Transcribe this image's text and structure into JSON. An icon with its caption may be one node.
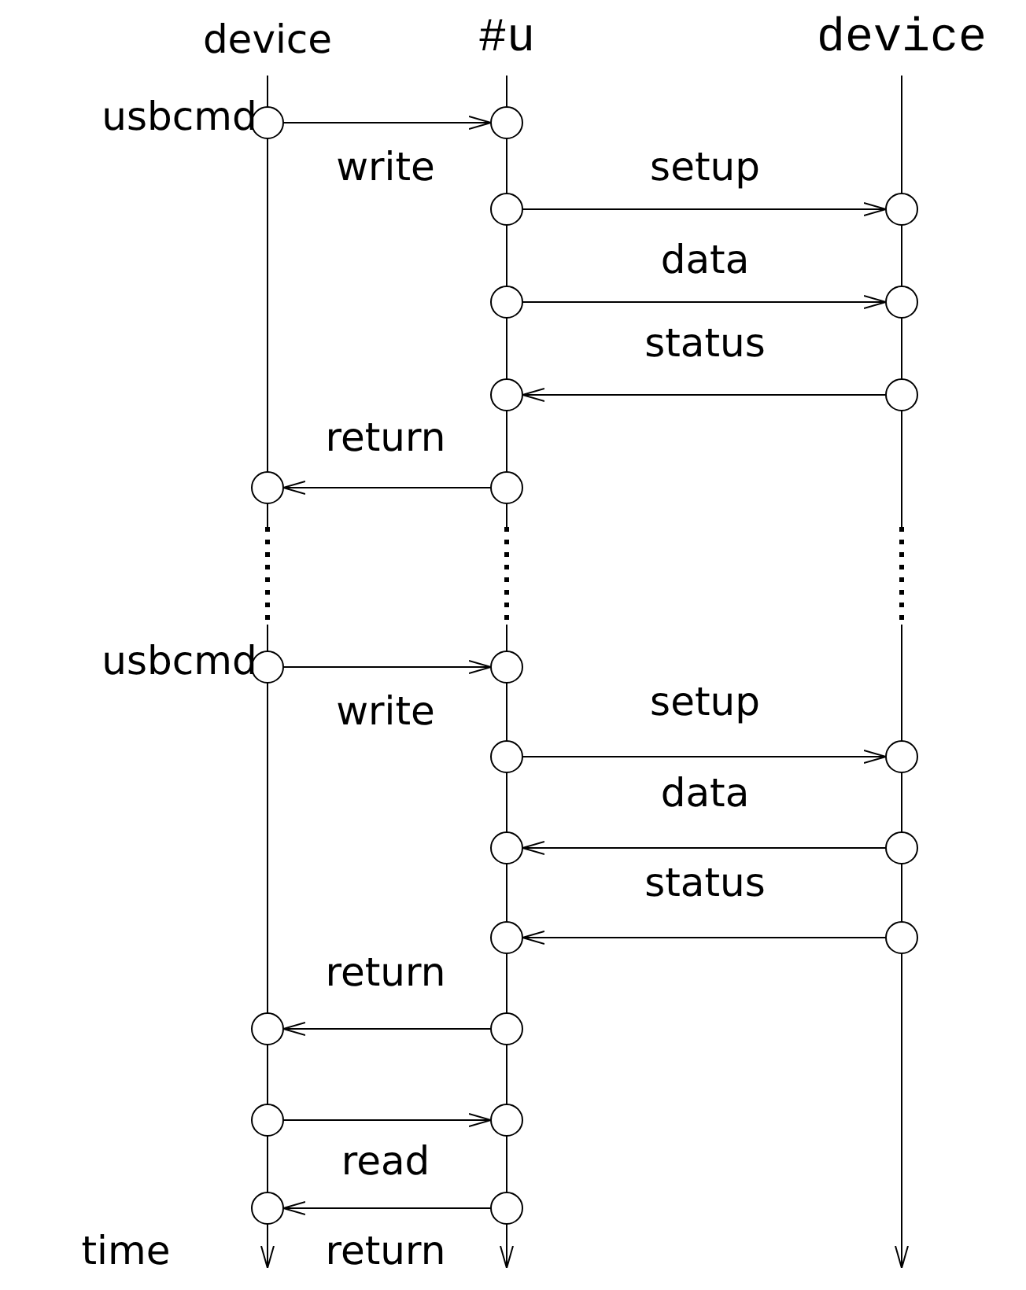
{
  "diagram": {
    "nodes": [
      {
        "text": [],
        "shape": "circle",
        "beside": [
          "usbcmd"
        ]
      },
      {
        "text": [],
        "shape": "circle"
      },
      {
        "text": [],
        "shape": "circle"
      },
      {
        "text": [],
        "shape": "circle"
      },
      {
        "text": [],
        "shape": "circle"
      },
      {
        "text": [],
        "shape": "circle"
      },
      {
        "text": [],
        "shape": "circle"
      },
      {
        "text": [],
        "shape": "circle"
      },
      {
        "text": [],
        "shape": "circle"
      },
      {
        "text": [],
        "shape": "circle"
      },
      {
        "text": [],
        "shape": "circle",
        "beside": [
          "usbcmd"
        ]
      },
      {
        "text": [],
        "shape": "circle"
      },
      {
        "text": [],
        "shape": "circle"
      },
      {
        "text": [],
        "shape": "circle"
      },
      {
        "text": [],
        "shape": "circle"
      },
      {
        "text": [],
        "shape": "circle"
      },
      {
        "text": [],
        "shape": "circle"
      },
      {
        "text": [],
        "shape": "circle"
      },
      {
        "text": [],
        "shape": "circle"
      },
      {
        "text": [],
        "shape": "circle"
      },
      {
        "text": [],
        "shape": "circle"
      },
      {
        "text": [],
        "shape": "circle"
      },
      {
        "text": [],
        "shape": "circle"
      },
      {
        "text": [],
        "shape": "circle"
      }
    ],
    "edges": [
      {
        "from": 0,
        "to": 1,
        "arrow": "to",
        "label": "write"
      },
      {
        "from": 2,
        "to": 3,
        "arrow": "to",
        "label": "setup"
      },
      {
        "from": 4,
        "to": 5,
        "arrow": "to",
        "label": "data"
      },
      {
        "from": 7,
        "to": 6,
        "arrow": "to",
        "label": "status"
      },
      {
        "from": 9,
        "to": 8,
        "arrow": "to",
        "label": "return"
      },
      {
        "from": 10,
        "to": 11,
        "arrow": "to",
        "label": "write"
      },
      {
        "from": 12,
        "to": 13,
        "arrow": "to",
        "label": "setup"
      },
      {
        "from": 15,
        "to": 14,
        "arrow": "to",
        "label": "data"
      },
      {
        "from": 17,
        "to": 16,
        "arrow": "to",
        "label": "status"
      },
      {
        "from": 19,
        "to": 18,
        "arrow": "to",
        "label": "return"
      },
      {
        "from": 20,
        "to": 21,
        "arrow": "to",
        "label": "read"
      },
      {
        "from": 23,
        "to": 22,
        "arrow": "to",
        "label": "return"
      }
    ],
    "labels": [
      "device",
      "#u",
      "device",
      "time"
    ]
  }
}
